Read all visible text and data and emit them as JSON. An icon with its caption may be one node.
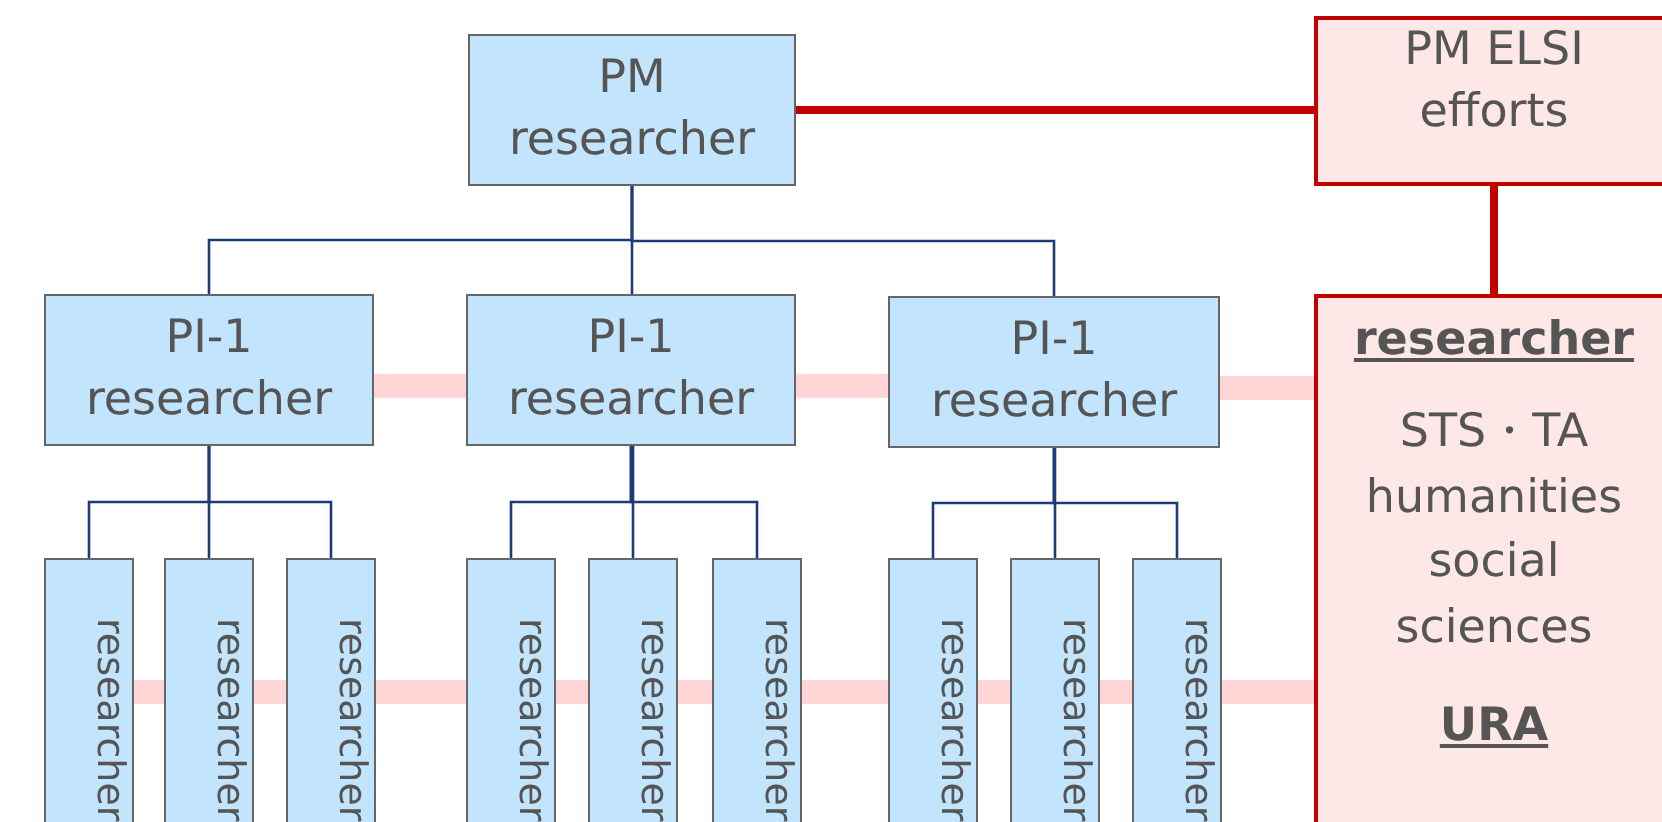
{
  "diagram": {
    "nodes": [
      {
        "text": [
          "PM researcher"
        ]
      },
      {
        "text": [
          "PM ELSI efforts"
        ]
      },
      {
        "text": [
          "PI-1 researcher"
        ]
      },
      {
        "text": [
          "PI-1 researcher"
        ]
      },
      {
        "text": [
          "PI-1 researcher"
        ]
      },
      {
        "text": [
          "researcher",
          "STS・TA humanities social sciences",
          "URA"
        ]
      },
      {
        "text": [
          "researcher"
        ]
      },
      {
        "text": [
          "researcher"
        ]
      },
      {
        "text": [
          "researcher"
        ]
      },
      {
        "text": [
          "researcher"
        ]
      },
      {
        "text": [
          "researcher"
        ]
      },
      {
        "text": [
          "researcher"
        ]
      },
      {
        "text": [
          "researcher"
        ]
      },
      {
        "text": [
          "researcher"
        ]
      },
      {
        "text": [
          "researcher"
        ]
      }
    ],
    "edges": [
      {
        "from": 0,
        "to": 1,
        "arrow": "none",
        "color": "#c00000"
      },
      {
        "from": 1,
        "to": 5,
        "arrow": "none",
        "color": "#c00000"
      },
      {
        "from": 0,
        "to": 2,
        "arrow": "none"
      },
      {
        "from": 0,
        "to": 3,
        "arrow": "none"
      },
      {
        "from": 0,
        "to": 4,
        "arrow": "none"
      },
      {
        "from": 2,
        "to": 3,
        "arrow": "none",
        "style": "thick",
        "color": "#ffd5d5"
      },
      {
        "from": 3,
        "to": 4,
        "arrow": "none",
        "style": "thick",
        "color": "#ffd5d5"
      },
      {
        "from": 4,
        "to": 5,
        "arrow": "none",
        "style": "thick",
        "color": "#ffd5d5"
      },
      {
        "from": 2,
        "to": 6,
        "arrow": "none"
      },
      {
        "from": 2,
        "to": 7,
        "arrow": "none"
      },
      {
        "from": 2,
        "to": 8,
        "arrow": "none"
      },
      {
        "from": 3,
        "to": 9,
        "arrow": "none"
      },
      {
        "from": 3,
        "to": 10,
        "arrow": "none"
      },
      {
        "from": 3,
        "to": 11,
        "arrow": "none"
      },
      {
        "from": 4,
        "to": 12,
        "arrow": "none"
      },
      {
        "from": 4,
        "to": 13,
        "arrow": "none"
      },
      {
        "from": 4,
        "to": 14,
        "arrow": "none"
      },
      {
        "from": 6,
        "to": 7,
        "arrow": "none",
        "style": "thick",
        "color": "#ffd5d5"
      },
      {
        "from": 7,
        "to": 8,
        "arrow": "none",
        "style": "thick",
        "color": "#ffd5d5"
      },
      {
        "from": 8,
        "to": 9,
        "arrow": "none",
        "style": "thick",
        "color": "#ffd5d5"
      },
      {
        "from": 9,
        "to": 10,
        "arrow": "none",
        "style": "thick",
        "color": "#ffd5d5"
      },
      {
        "from": 10,
        "to": 11,
        "arrow": "none",
        "style": "thick",
        "color": "#ffd5d5"
      },
      {
        "from": 11,
        "to": 12,
        "arrow": "none",
        "style": "thick",
        "color": "#ffd5d5"
      },
      {
        "from": 12,
        "to": 13,
        "arrow": "none",
        "style": "thick",
        "color": "#ffd5d5"
      },
      {
        "from": 13,
        "to": 14,
        "arrow": "none",
        "style": "thick",
        "color": "#ffd5d5"
      },
      {
        "from": 14,
        "to": 5,
        "arrow": "none",
        "style": "thick",
        "color": "#ffd5d5"
      }
    ]
  }
}
